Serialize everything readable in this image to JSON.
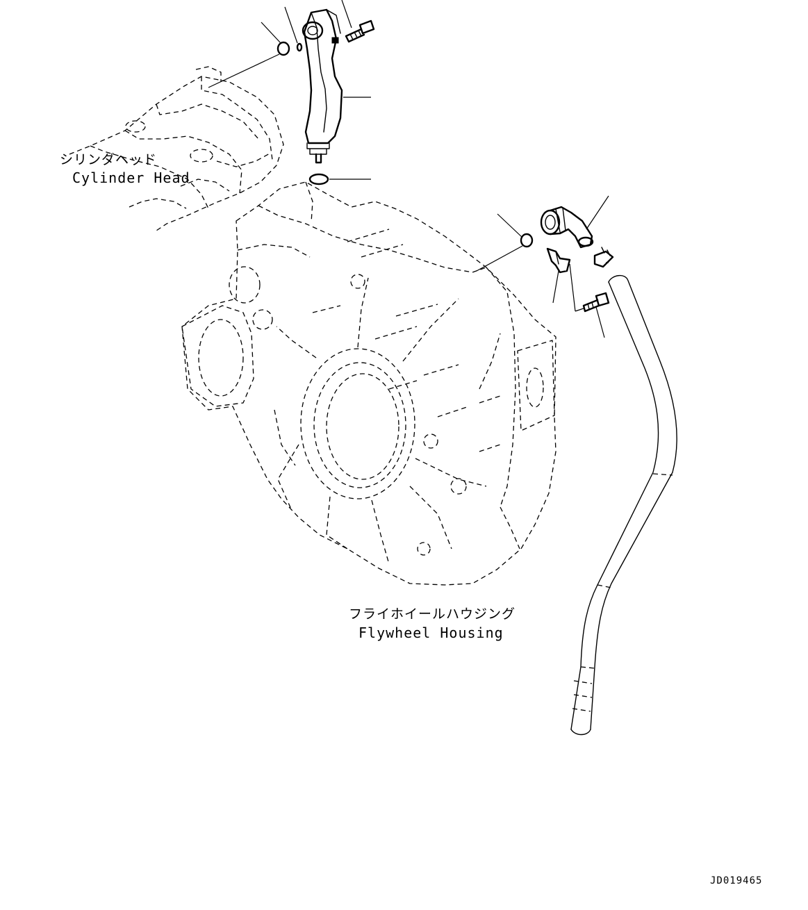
{
  "labels": {
    "cylinder_head_jp": "シリンダヘッド",
    "cylinder_head_en": "Cylinder Head",
    "flywheel_housing_jp": "フライホイールハウジング",
    "flywheel_housing_en": "Flywheel Housing",
    "drawing_code": "JD019465"
  }
}
